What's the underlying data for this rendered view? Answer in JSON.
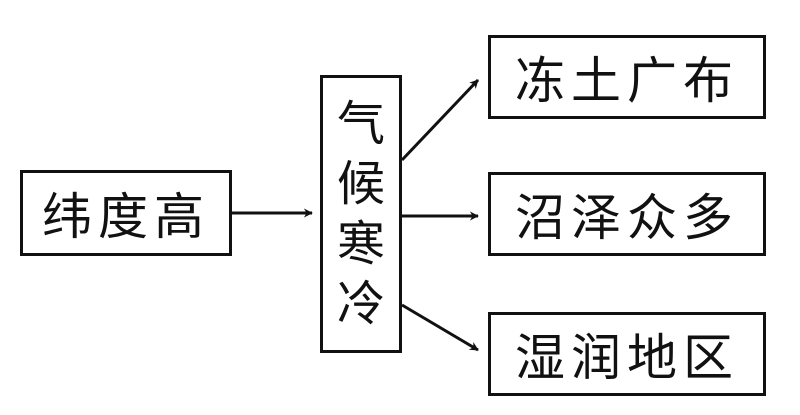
{
  "diagram": {
    "cause": "纬度高",
    "climate": [
      "气",
      "候",
      "寒",
      "冷"
    ],
    "effects": [
      "冻土广布",
      "沼泽众多",
      "湿润地区"
    ]
  },
  "colors": {
    "line": "#111111",
    "background": "#ffffff"
  }
}
